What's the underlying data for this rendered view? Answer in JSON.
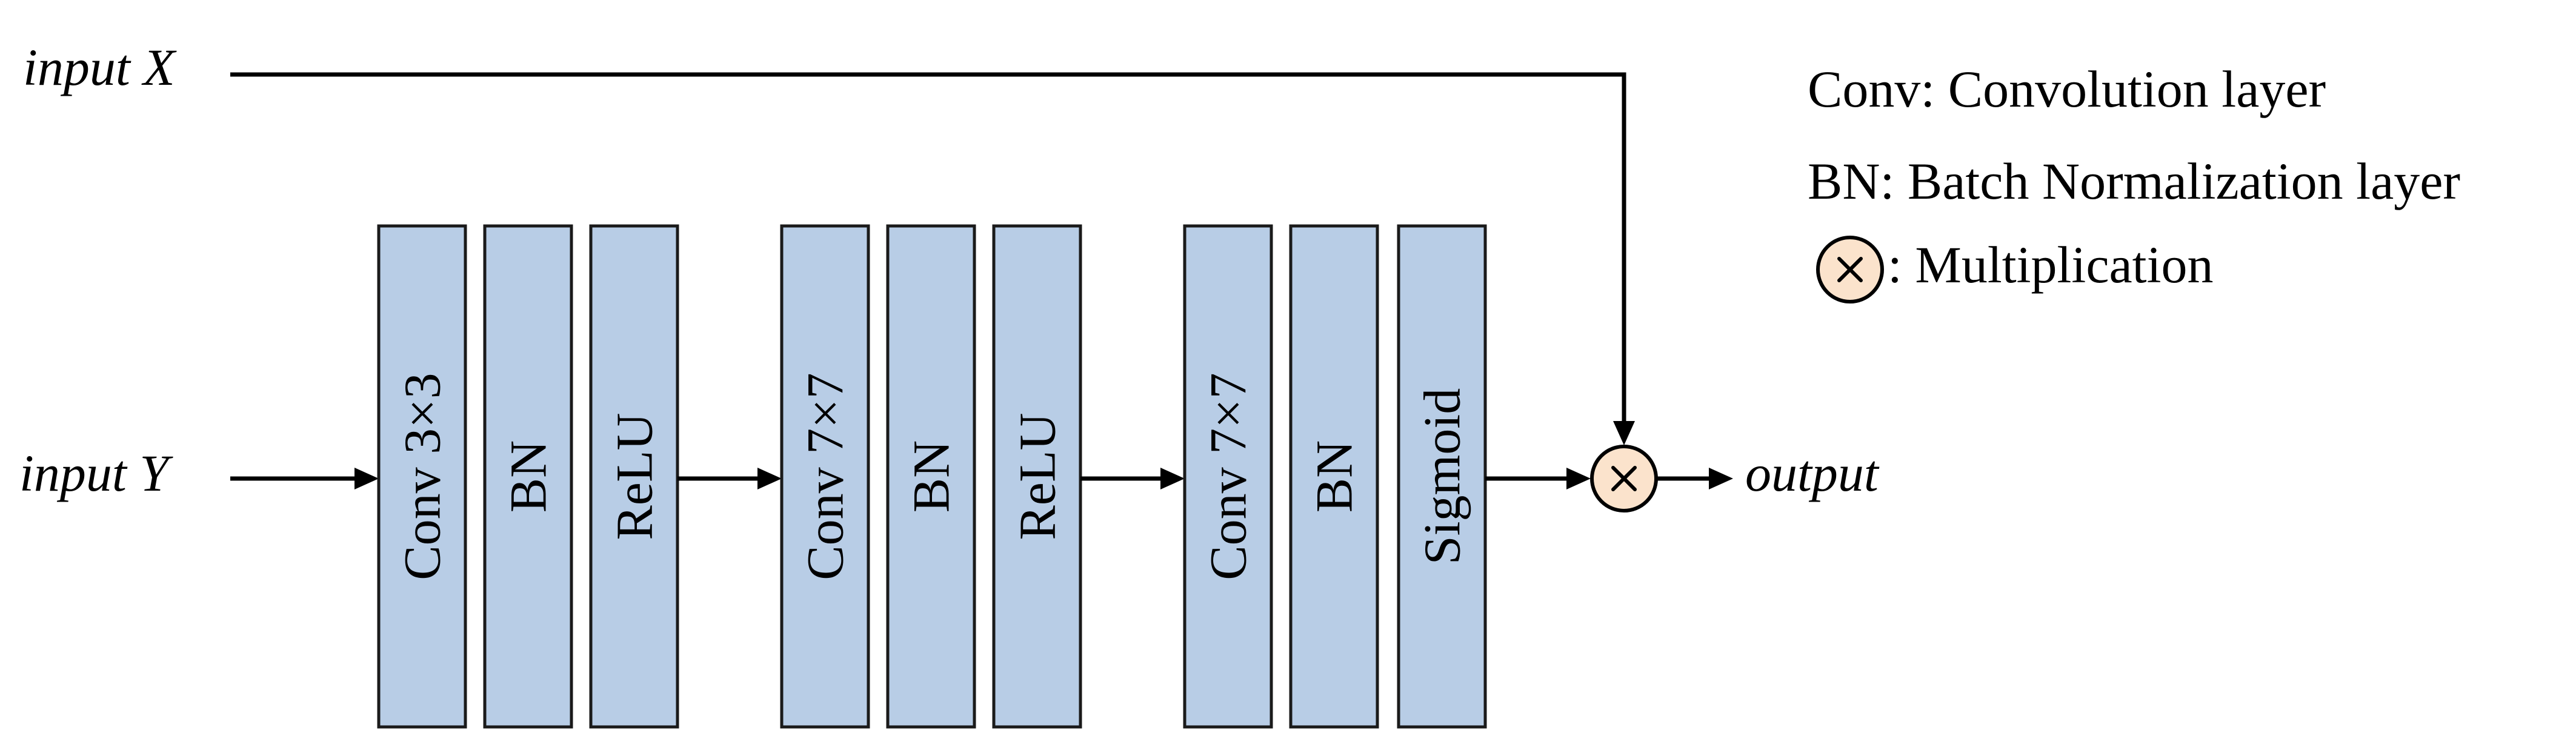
{
  "inputs": {
    "x_label": "input X",
    "y_label": "input Y"
  },
  "output": {
    "label": "output"
  },
  "blocks": [
    {
      "label": "Conv 3×3"
    },
    {
      "label": "BN"
    },
    {
      "label": "ReLU"
    },
    {
      "label": "Conv 7×7"
    },
    {
      "label": "BN"
    },
    {
      "label": "ReLU"
    },
    {
      "label": "Conv 7×7"
    },
    {
      "label": "BN"
    },
    {
      "label": "Sigmoid"
    }
  ],
  "legend": {
    "conv": "Conv: Convolution layer",
    "bn": "BN: Batch Normalization layer",
    "mult": ": Multiplication"
  },
  "colors": {
    "block_fill": "#b8cde6",
    "multiply_fill": "#fbe3cc"
  },
  "icons": {
    "multiply": "multiply-icon"
  }
}
